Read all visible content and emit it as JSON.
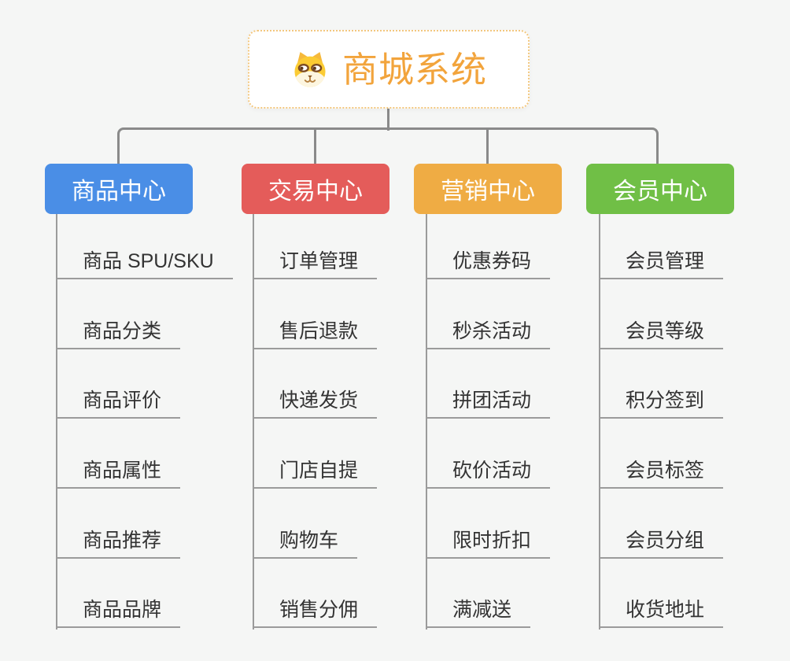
{
  "root": {
    "title": "商城系统",
    "icon": "dog-face-icon",
    "title_color": "#f2a43c",
    "border_color": "#f3c77e"
  },
  "style": {
    "background": "#f5f6f5",
    "connector_color": "#8a8a8a",
    "underline_color": "#9b9b9b",
    "item_text_color": "#333333"
  },
  "branches": [
    {
      "label": "商品中心",
      "color": "#4a8ee6",
      "items": [
        "商品 SPU/SKU",
        "商品分类",
        "商品评价",
        "商品属性",
        "商品推荐",
        "商品品牌"
      ]
    },
    {
      "label": "交易中心",
      "color": "#e45c5a",
      "items": [
        "订单管理",
        "售后退款",
        "快递发货",
        "门店自提",
        "购物车",
        "销售分佣"
      ]
    },
    {
      "label": "营销中心",
      "color": "#efac44",
      "items": [
        "优惠券码",
        "秒杀活动",
        "拼团活动",
        "砍价活动",
        "限时折扣",
        "满减送"
      ]
    },
    {
      "label": "会员中心",
      "color": "#70bf46",
      "items": [
        "会员管理",
        "会员等级",
        "积分签到",
        "会员标签",
        "会员分组",
        "收货地址"
      ]
    }
  ]
}
